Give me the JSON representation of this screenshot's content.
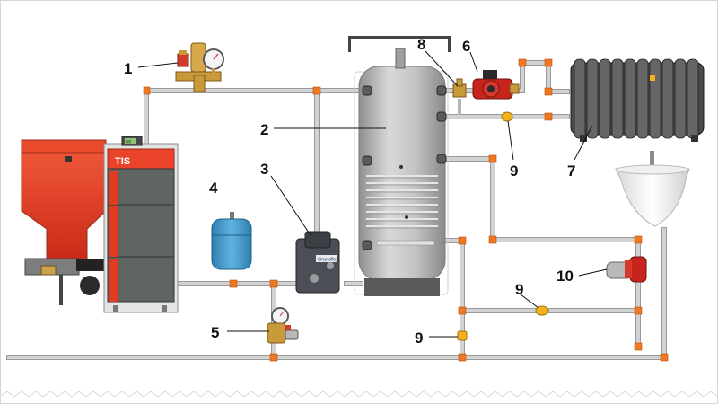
{
  "callouts": {
    "safety_group": "1",
    "storage_tank": "2",
    "mixing_unit": "3",
    "expansion_vessel": "4",
    "pressure_reducer": "5",
    "circulation_pump": "6",
    "radiator": "7",
    "tee_fitting": "8",
    "valve_a": "9",
    "valve_b": "9",
    "valve_c": "9",
    "recirculation_pump": "10"
  },
  "boiler": {
    "brand": "TIS",
    "display": "88"
  },
  "mixing_unit_brand": "Grundfos",
  "colors": {
    "pipe": "#c4c4c4",
    "pipe_edge": "#9a9a9a",
    "fitting": "#f07820",
    "boiler_red": "#e33b22",
    "boiler_dark": "#5f6661",
    "tank_steel": "#b9b9b9",
    "pump_red": "#c8241e",
    "expansion_blue": "#3b95c9",
    "brass": "#c89a3a",
    "radiator": "#5b5b5b"
  }
}
